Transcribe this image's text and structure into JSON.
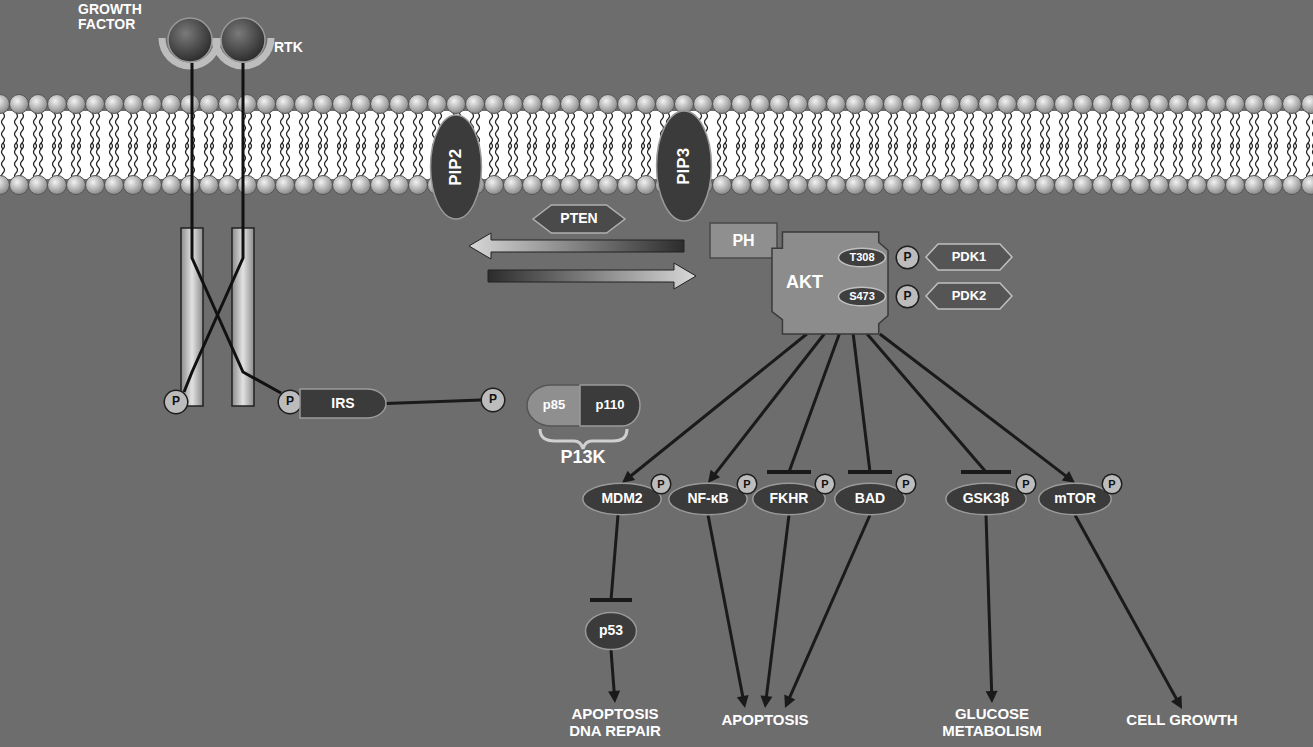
{
  "diagram": {
    "nodes": [
      {
        "text": [
          "PIP2"
        ]
      },
      {
        "text": [
          "PIP3"
        ]
      },
      {
        "text": [
          "PTEN"
        ]
      },
      {
        "text": [
          "PH"
        ]
      },
      {
        "text": [
          "AKT"
        ]
      },
      {
        "text": [
          "T308"
        ],
        "in": 4
      },
      {
        "text": [
          "S473"
        ],
        "in": 4
      },
      {
        "text": [
          "P"
        ]
      },
      {
        "text": [
          "PDK1"
        ]
      },
      {
        "text": [
          "P"
        ]
      },
      {
        "text": [
          "PDK2"
        ]
      },
      {
        "text": [
          "P"
        ]
      },
      {
        "text": [
          "P"
        ]
      },
      {
        "text": [
          "IRS"
        ]
      },
      {
        "text": [
          "P"
        ]
      },
      {
        "text": [
          "p85"
        ]
      },
      {
        "text": [
          "p110"
        ]
      },
      {
        "text": [
          "MDM2"
        ]
      },
      {
        "text": [
          "P"
        ]
      },
      {
        "text": [
          "NF-κB"
        ]
      },
      {
        "text": [
          "P"
        ]
      },
      {
        "text": [
          "FKHR"
        ]
      },
      {
        "text": [
          "P"
        ]
      },
      {
        "text": [
          "BAD"
        ]
      },
      {
        "text": [
          "P"
        ]
      },
      {
        "text": [
          "GSK3β"
        ]
      },
      {
        "text": [
          "P"
        ]
      },
      {
        "text": [
          "mTOR"
        ]
      },
      {
        "text": [
          "P"
        ]
      },
      {
        "text": [
          "p53"
        ]
      },
      {
        "text": [
          "APOPTOSIS DNA REPAIR"
        ]
      },
      {
        "text": [
          "APOPTOSIS"
        ]
      },
      {
        "text": [
          "GLUCOSE METABOLISM"
        ]
      },
      {
        "text": [
          "CELL GROWTH"
        ]
      }
    ],
    "edges": [
      {
        "from": 1,
        "to": 0,
        "arrow": "to"
      },
      {
        "from": 0,
        "to": 1,
        "arrow": "to"
      },
      {
        "from": 13,
        "to": 14,
        "arrow": "none"
      },
      {
        "from": 4,
        "to": 17,
        "arrow": "to"
      },
      {
        "from": 4,
        "to": 19,
        "arrow": "to"
      },
      {
        "from": 4,
        "to": 21,
        "arrow": "to"
      },
      {
        "from": 4,
        "to": 23,
        "arrow": "to"
      },
      {
        "from": 4,
        "to": 25,
        "arrow": "to"
      },
      {
        "from": 4,
        "to": 27,
        "arrow": "to"
      },
      {
        "from": 17,
        "to": 29,
        "arrow": "to"
      },
      {
        "from": 29,
        "to": 30,
        "arrow": "to"
      },
      {
        "from": 19,
        "to": 31,
        "arrow": "to"
      },
      {
        "from": 21,
        "to": 31,
        "arrow": "to"
      },
      {
        "from": 23,
        "to": 31,
        "arrow": "to"
      },
      {
        "from": 25,
        "to": 32,
        "arrow": "to"
      },
      {
        "from": 27,
        "to": 33,
        "arrow": "to"
      }
    ],
    "labels": [
      "GROWTH FACTOR",
      "RTK",
      "P13K"
    ]
  }
}
